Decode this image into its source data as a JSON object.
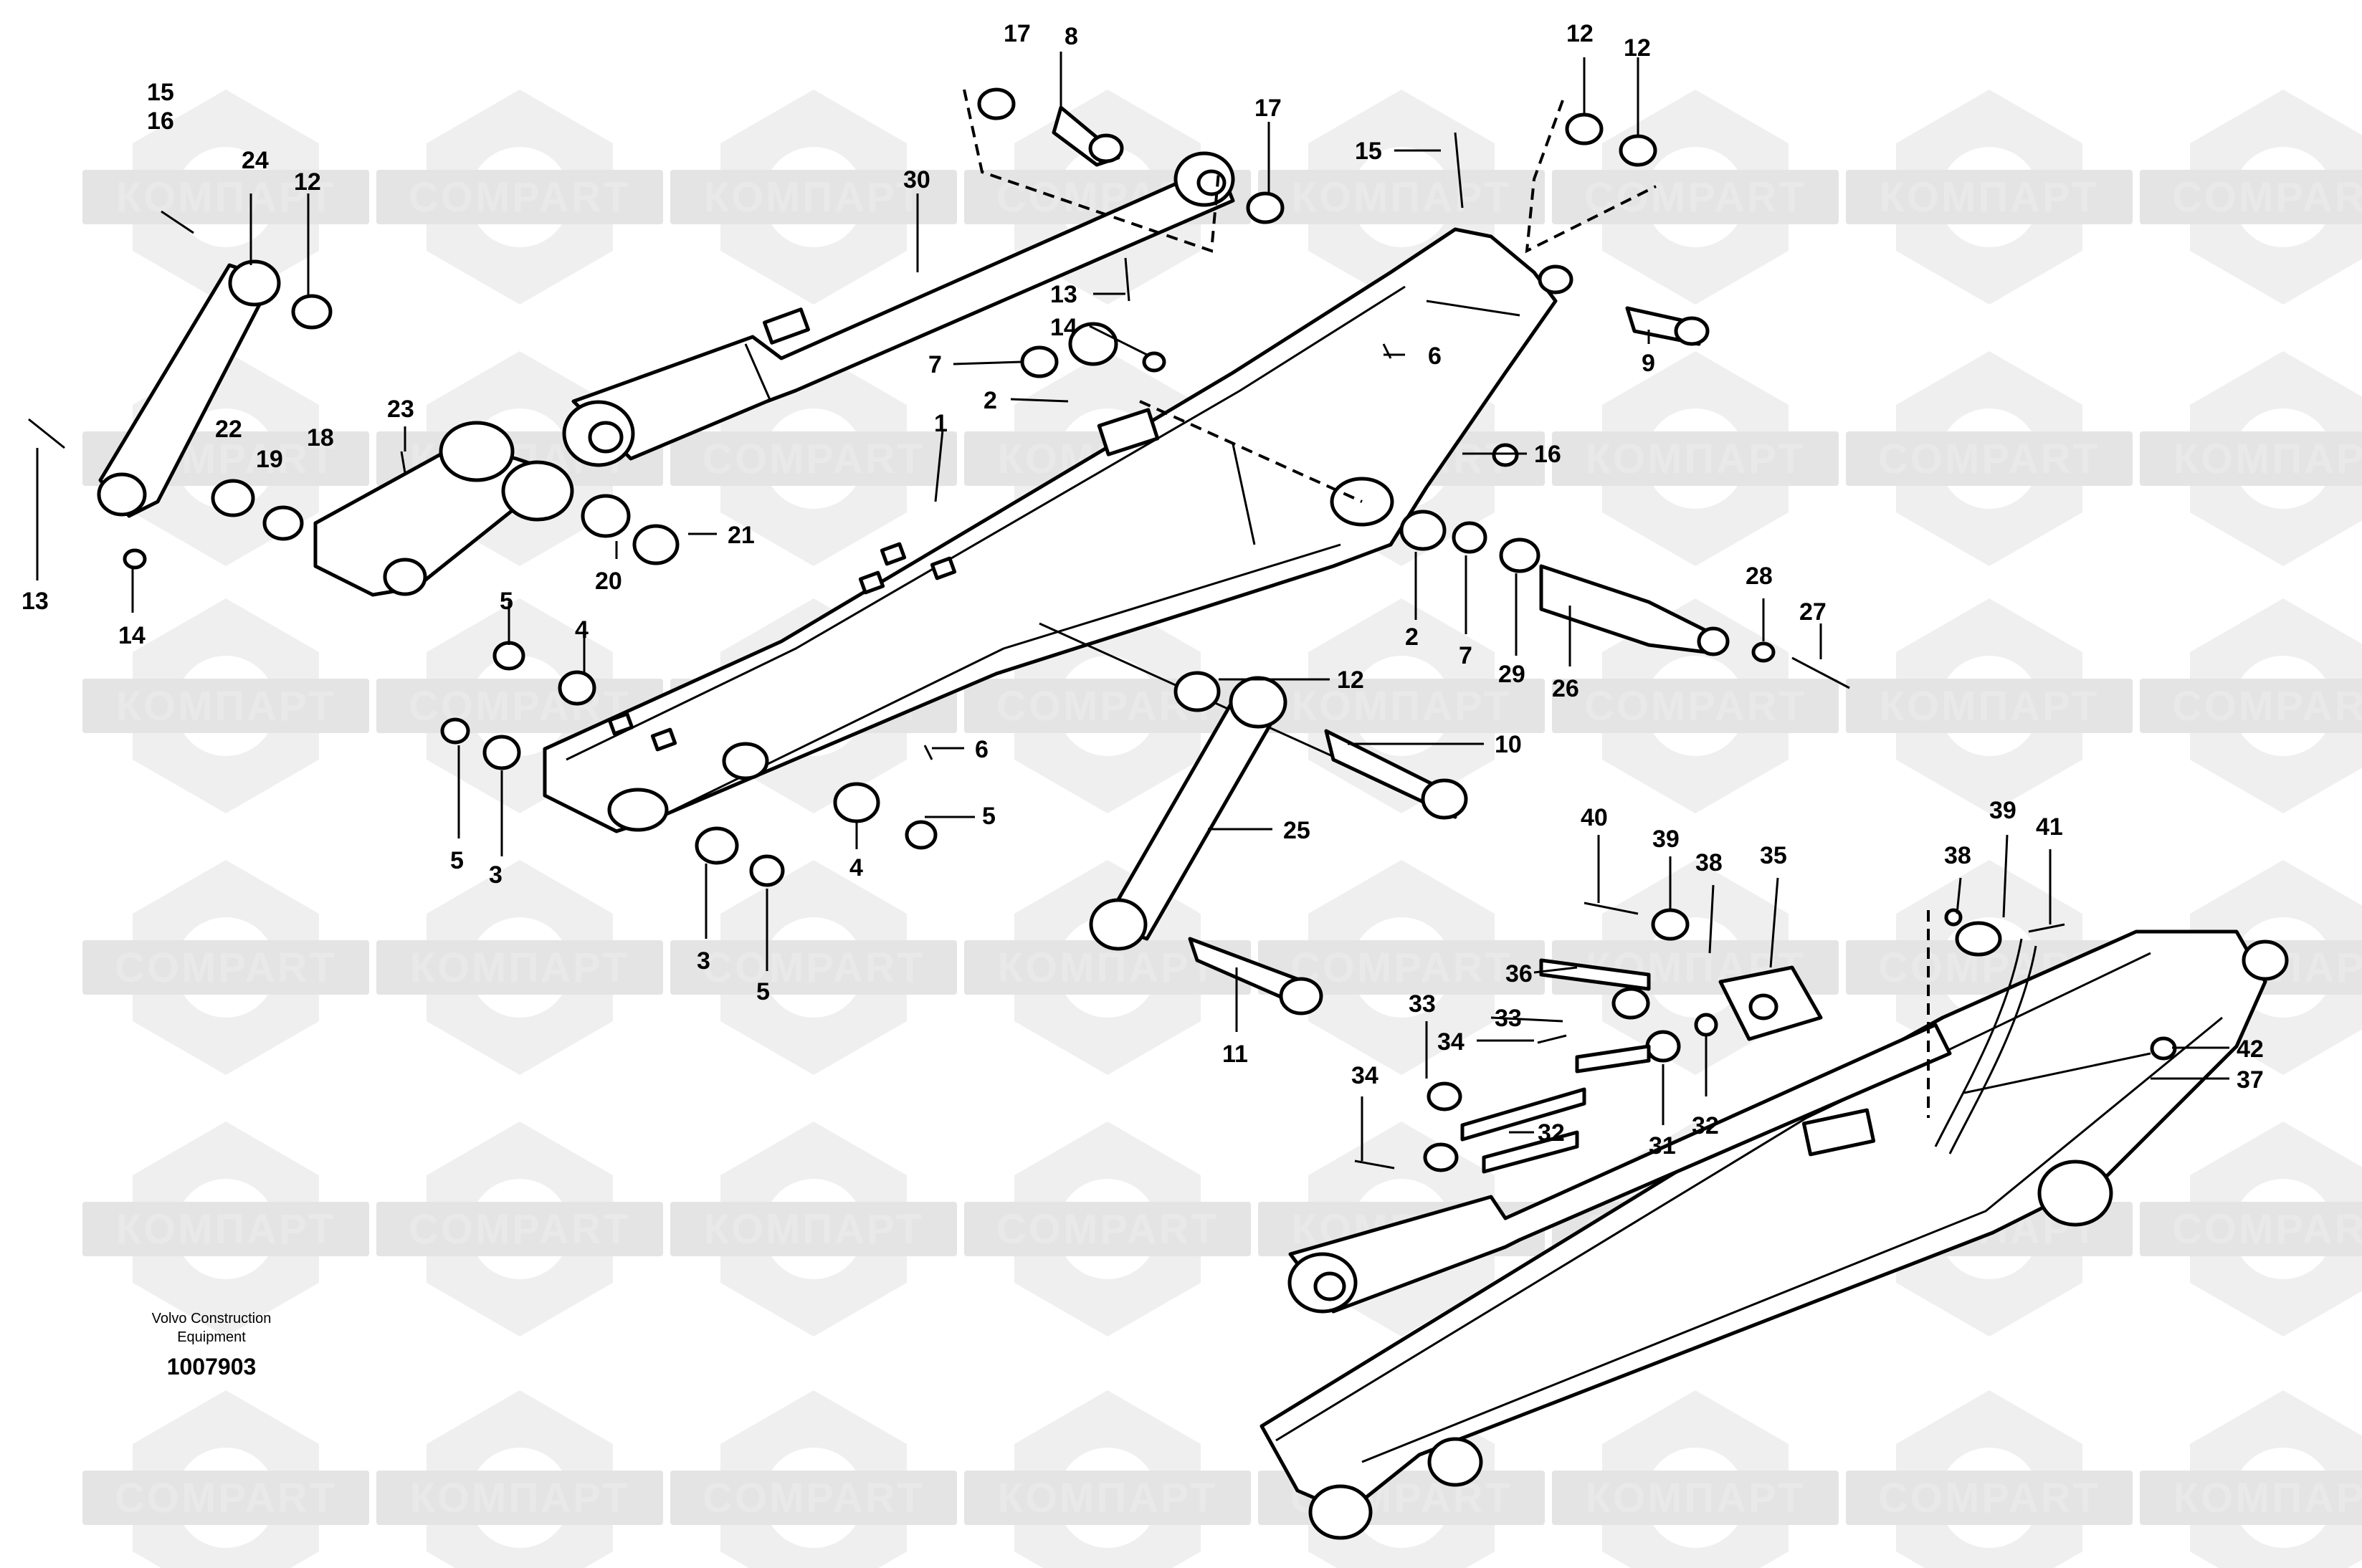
{
  "watermark": {
    "cyrillic": "КОМПАРТ",
    "latin": "COMPART"
  },
  "caption": {
    "maker_line1": "Volvo Construction",
    "maker_line2": "Equipment",
    "document_number": "1007903"
  },
  "callouts": {
    "c17a": "17",
    "c8": "8",
    "c17b": "17",
    "c12a": "12",
    "c12b": "12",
    "c15a": "15",
    "c16a": "16",
    "c24": "24",
    "c12c": "12",
    "c30": "30",
    "c15b": "15",
    "c13a": "13",
    "c14a": "14",
    "c7a": "7",
    "c2a": "2",
    "c23": "23",
    "c22": "22",
    "c19": "19",
    "c18": "18",
    "c1": "1",
    "c6a": "6",
    "c9": "9",
    "c16b": "16",
    "c13b": "13",
    "c14b": "14",
    "c21": "21",
    "c20": "20",
    "c5a": "5",
    "c4a": "4",
    "c2b": "2",
    "c7b": "7",
    "c29": "29",
    "c26": "26",
    "c28": "28",
    "c27": "27",
    "c12d": "12",
    "c10": "10",
    "c6b": "6",
    "c25": "25",
    "c5b": "5",
    "c3a": "3",
    "c4b": "4",
    "c5c": "5",
    "c3b": "3",
    "c5d": "5",
    "c11": "11",
    "c40": "40",
    "c39a": "39",
    "c38a": "38",
    "c35": "35",
    "c38b": "38",
    "c39b": "39",
    "c41": "41",
    "c36": "36",
    "c33a": "33",
    "c33b": "33",
    "c34a": "34",
    "c34b": "34",
    "c32a": "32",
    "c31": "31",
    "c32b": "32",
    "c42": "42",
    "c37": "37"
  }
}
